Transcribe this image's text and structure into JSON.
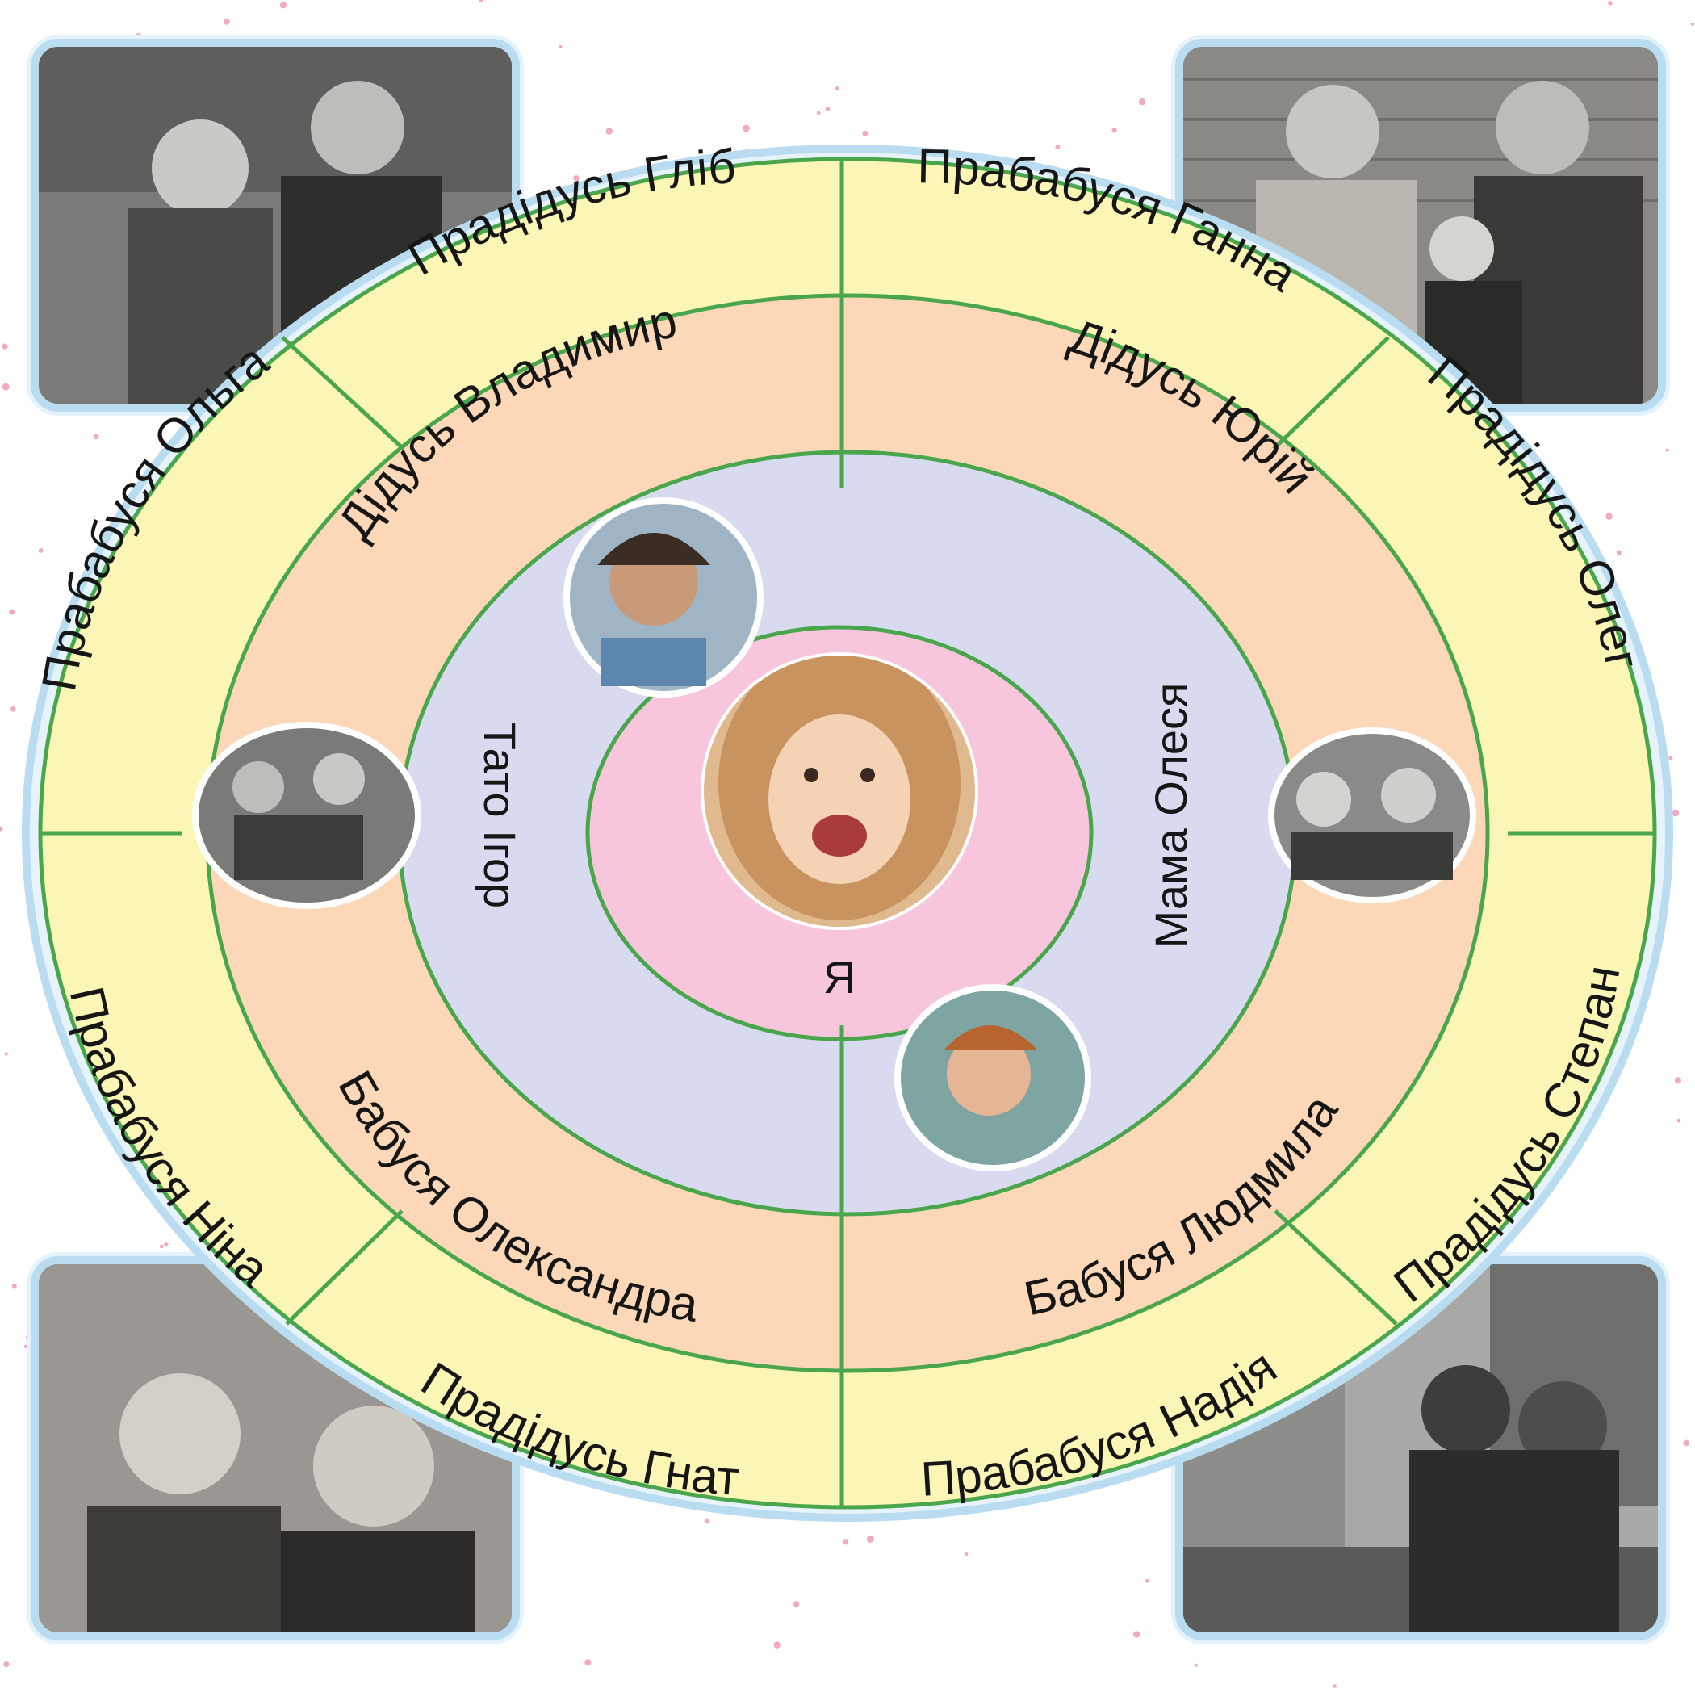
{
  "center": {
    "label": "Я"
  },
  "parents": {
    "father": "Тато Ігор",
    "mother": "Мама Олеся"
  },
  "grandparents": {
    "top_left": "Дідусь Владимир",
    "top_right": "Дідусь Юрій",
    "bottom_left": "Бабуся Олександра",
    "bottom_right": "Бабуся Людмила"
  },
  "great_grandparents": {
    "top_left_upper": "Прадідусь Гліб",
    "top_left_lower": "Прабабуся Ольга",
    "top_right_upper": "Прабабуся Ганна",
    "top_right_lower": "Прадідусь Олег",
    "bottom_left_upper": "Прабабуся Ніна",
    "bottom_left_lower": "Прадідусь Гнат",
    "bottom_right_upper": "Прадідусь Степан",
    "bottom_right_lower": "Прабабуся Надія"
  },
  "colors": {
    "outer_ring": "#fbf5b6",
    "grandparent_ring": "#fdd8b8",
    "parent_ring": "#d8dbef",
    "center": "#f7c6dc",
    "divider": "#4aa64c",
    "photo_frame": "#b9dcf0",
    "dots": "#f2a9c4"
  }
}
